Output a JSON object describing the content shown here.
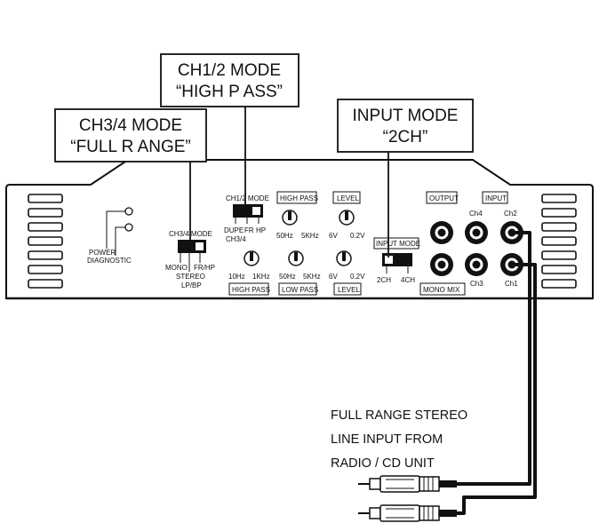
{
  "callouts": {
    "ch12": {
      "line1": "CH1/2 MODE",
      "line2": "“HIGH P ASS”"
    },
    "ch34": {
      "line1": "CH3/4 MODE",
      "line2": "“FULL R ANGE”"
    },
    "input": {
      "line1": "INPUT MODE",
      "line2": "“2CH”"
    }
  },
  "panel": {
    "power": "POWER",
    "diagnostic": "DIAGNOSTIC",
    "ch34_mode": {
      "title": "CH3/4 MODE",
      "mono": "MONO",
      "fr_hp": "FR/HP",
      "stereo": "STEREO",
      "lp_bp": "LP/BP",
      "selected": "FR/HP"
    },
    "ch12_mode": {
      "title": "CH1/2 MODE",
      "dupe": "DUPE",
      "fr": "FR",
      "hp": "HP",
      "ch34": "CH3/4",
      "selected": "HP"
    },
    "knobs": {
      "high_pass_top": {
        "label": "HIGH PASS",
        "min": "50Hz",
        "max": "5KHz"
      },
      "level_top": {
        "label": "LEVEL",
        "min": "6V",
        "max": "0.2V"
      },
      "high_pass_bottom": {
        "label": "HIGH PASS",
        "min": "10Hz",
        "max": "1KHz"
      },
      "low_pass": {
        "label": "LOW PASS",
        "min": "50Hz",
        "max": "5KHz"
      },
      "level_bottom": {
        "label": "LEVEL",
        "min": "6V",
        "max": "0.2V"
      }
    },
    "input_mode": {
      "title": "INPUT MODE",
      "opt_2ch": "2CH",
      "opt_4ch": "4CH",
      "selected": "2CH"
    },
    "output_label": "OUTPUT",
    "input_label": "INPUT",
    "mono_mix": "MONO MIX",
    "jacks": {
      "ch4": "Ch4",
      "ch2": "Ch2",
      "ch3": "Ch3",
      "ch1": "Ch1"
    }
  },
  "source": {
    "line1": "FULL RANGE STEREO",
    "line2": "LINE INPUT FROM",
    "line3": "RADIO / CD UNIT"
  },
  "colors": {
    "ink": "#111111",
    "paper": "#ffffff"
  }
}
